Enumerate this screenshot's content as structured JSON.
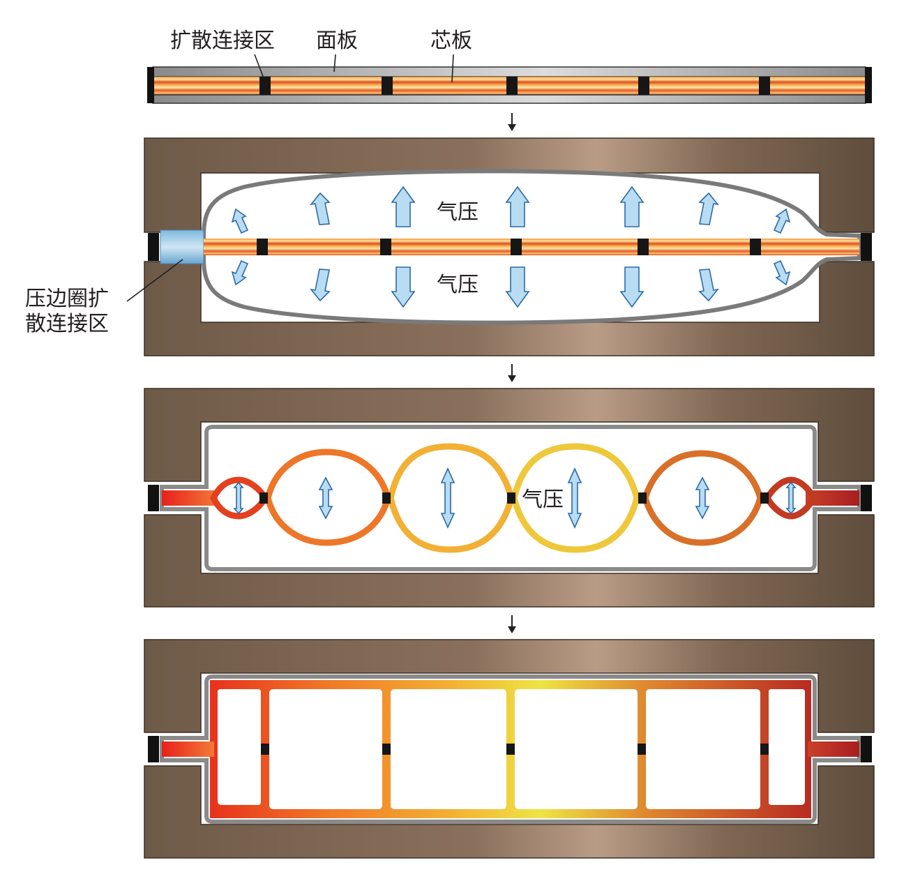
{
  "labels": {
    "diffusion_bond_zone": "扩散连接区",
    "face_sheet": "面板",
    "core_sheet": "芯板",
    "pressure": "气压",
    "edge_bond_line1": "压边圈扩",
    "edge_bond_line2": "散连接区"
  },
  "colors": {
    "die": "#7a6450",
    "die_highlight": "#b89a82",
    "face_sheet": "#9a9a9a",
    "core_hot": "#e8421a",
    "core_warm": "#f08a2a",
    "core_yellow": "#eee040",
    "bond": "#1a1a1a",
    "arrow_fill": "#b8dcf2",
    "arrow_stroke": "#2a6aa8"
  },
  "stages": [
    {
      "id": "stage-1-stack",
      "bond_count": 5
    },
    {
      "id": "stage-2-face-forming",
      "bond_count": 5
    },
    {
      "id": "stage-3-core-inflation",
      "bond_count": 5
    },
    {
      "id": "stage-4-final-structure",
      "bond_count": 5
    }
  ]
}
